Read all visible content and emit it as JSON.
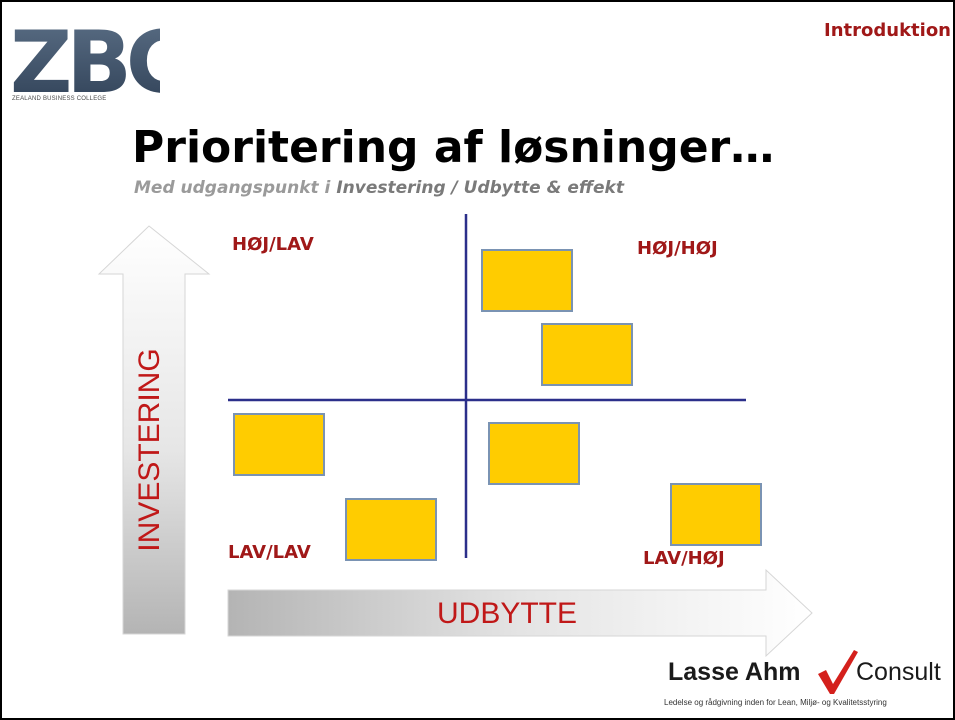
{
  "header": {
    "logo_text": "ZBC",
    "logo_subtext": "ZEALAND BUSINESS COLLEGE",
    "section_label": "Introduktion"
  },
  "slide": {
    "title": "Prioritering af løsninger…",
    "subtitle_part1": "Med udgangspunkt i ",
    "subtitle_part2": "Investering / Udbytte  & effekt"
  },
  "quadrants": {
    "top_left": "HØJ/LAV",
    "top_right": "HØJ/HØJ",
    "bottom_left": "LAV/LAV",
    "bottom_right": "LAV/HØJ"
  },
  "axes": {
    "y_label": "INVESTERING",
    "x_label": "UDBYTTE"
  },
  "colors": {
    "box_fill": "#FFCC00",
    "box_border": "#7a93b3",
    "axis_lines": "#2b2f8a",
    "label_red": "#a01818"
  },
  "footer": {
    "brand_bold": "Lasse Ahm",
    "brand_regular": "Consult",
    "brand_tagline": "Ledelse og rådgivning inden for Lean, Miljø- og Kvalitetsstyring"
  }
}
